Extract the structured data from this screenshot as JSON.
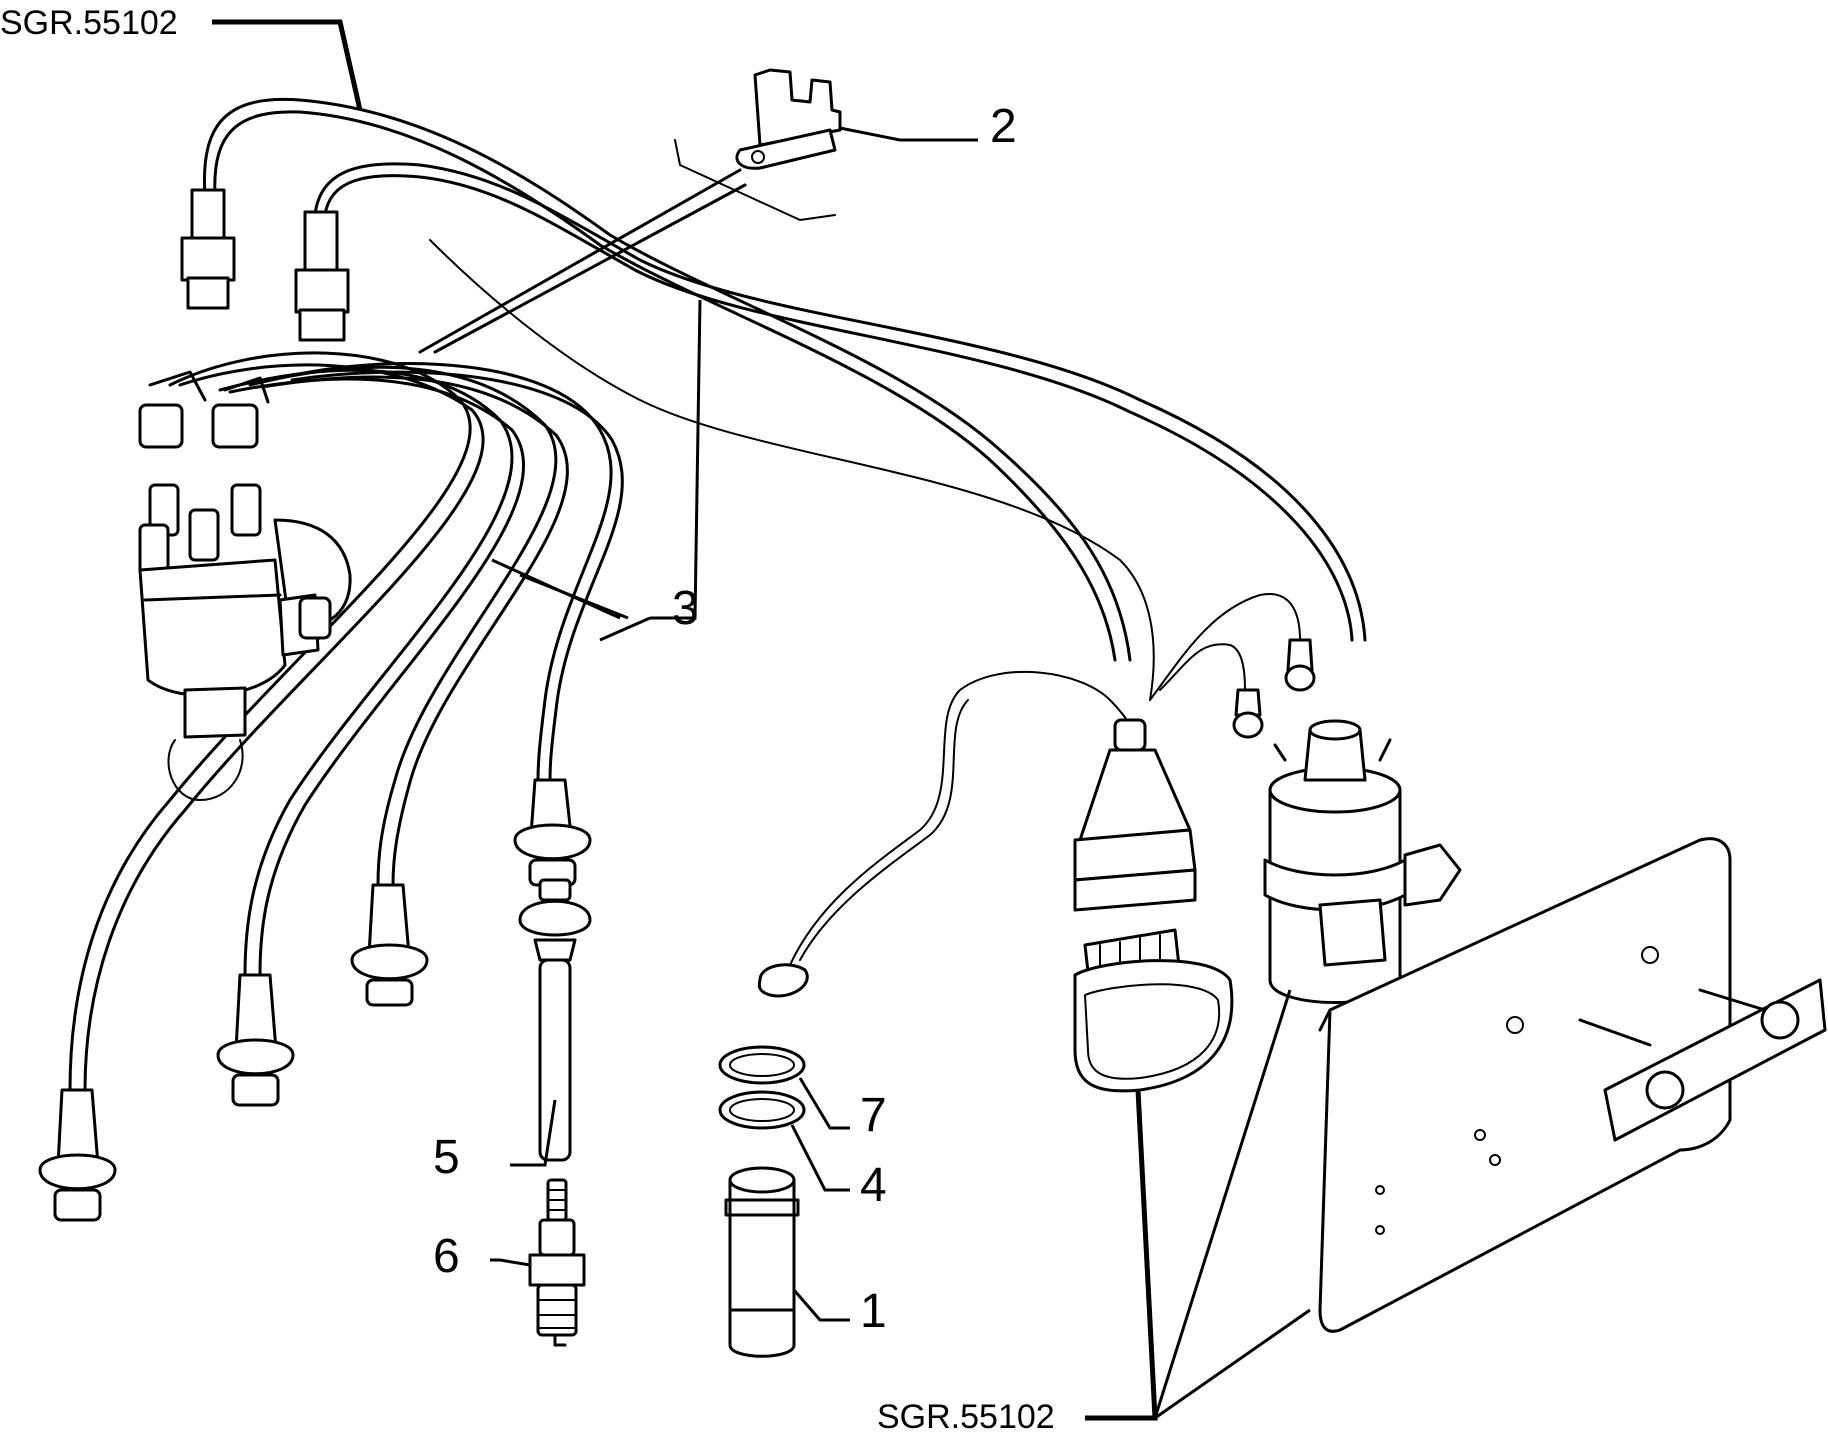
{
  "refs": {
    "top": "SGR.55102",
    "bottom": "SGR.55102"
  },
  "callouts": {
    "c1": "1",
    "c2": "2",
    "c3": "3",
    "c4": "4",
    "c5": "5",
    "c6": "6",
    "c7": "7"
  }
}
